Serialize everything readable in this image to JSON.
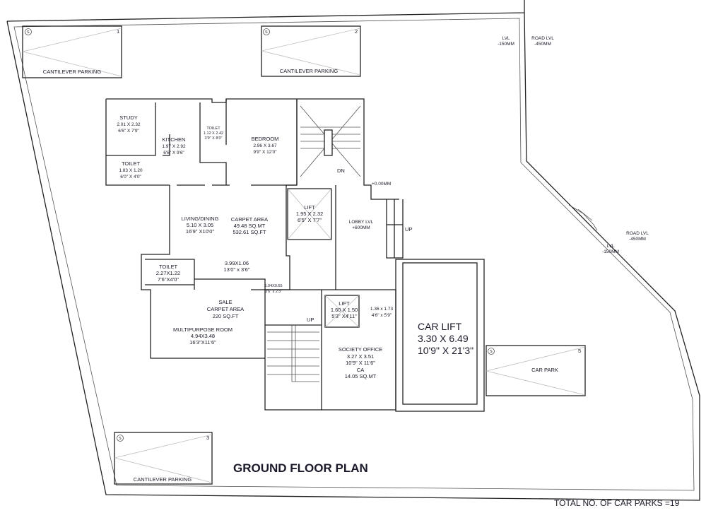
{
  "title": "GROUND  FLOOR PLAN",
  "footer_note": "TOTAL NO. OF CAR PARKS =19",
  "parkings": [
    {
      "number": "1",
      "label": "CANTILEVER PARKING",
      "symbol": "S"
    },
    {
      "number": "2",
      "label": "CANTILEVER PARKING",
      "symbol": "S"
    },
    {
      "number": "3",
      "label": "CANTILEVER PARKING",
      "symbol": "S"
    },
    {
      "number": "5",
      "label": "CAR PARK",
      "symbol": "S"
    }
  ],
  "levels": {
    "lvl_top": [
      "LVL",
      "-150MM"
    ],
    "road_top": [
      "ROAD LVL",
      "-450MM"
    ],
    "lvl_right": [
      "LVL",
      "-150MM"
    ],
    "road_right": [
      "ROAD LVL",
      "-450MM"
    ],
    "entry": "+0.00MM",
    "lobby": [
      "LOBBY LVL",
      "+600MM"
    ]
  },
  "rooms": {
    "study": [
      "STUDY",
      "2.01 X 2.32",
      "6'6\" X 7'9\""
    ],
    "kitchen": [
      "KITCHEN",
      "1.97 X 2.92",
      "6'6\" X 9'6\""
    ],
    "toilet1": [
      "TOILET",
      "1.12 X 2.42",
      "3'9\" X 8'0\""
    ],
    "bedroom": [
      "BEDROOM",
      "2.96 X 3.67",
      "9'9\" X 12'0\""
    ],
    "toilet2": [
      "TOILET",
      "1.83 X 1.20",
      "6'0\" X 4'0\""
    ],
    "living": [
      "LIVING/DINING",
      "5.10 X 3.05",
      "16'9\" X10'0\""
    ],
    "carpet": [
      "CARPET AREA",
      "49.48 SQ.MT",
      "532.61 SQ.FT"
    ],
    "passage": [
      "3.99X1.06",
      "13'0\" x 3'6\""
    ],
    "toilet3": [
      "TOILET",
      "2.27X1.22",
      "7'6\"X4'0\""
    ],
    "small": [
      "1.04X0.65",
      "3'6\" x 2'3\""
    ],
    "sale": [
      "SALE",
      "CARPET AREA",
      "220 SQ.FT"
    ],
    "multipurpose": [
      "MULTIPURPOSE ROOM",
      "4.94X3.48",
      "16'3\"X11'6\""
    ],
    "lift1": [
      "LIFT",
      "1.95 X 2.32",
      "6'5\" X 7'7\""
    ],
    "lift2": [
      "LIFT",
      "1.60 X 1.50",
      "5'3\" X4'11\""
    ],
    "shaft": [
      "1.36 x 1.73",
      "4'6\" x 5'9\""
    ],
    "society": [
      "SOCIETY OFFICE",
      "3.27 X 3.51",
      "10'9\" X 11'6\"",
      "CA",
      "14.05 SQ.MT"
    ],
    "car_lift": [
      "CAR LIFT",
      "3.30 X 6.49",
      "10'9\" X 21'3\""
    ]
  },
  "stairs": {
    "dn": "DN",
    "up1": "UP",
    "up2": "UP"
  }
}
